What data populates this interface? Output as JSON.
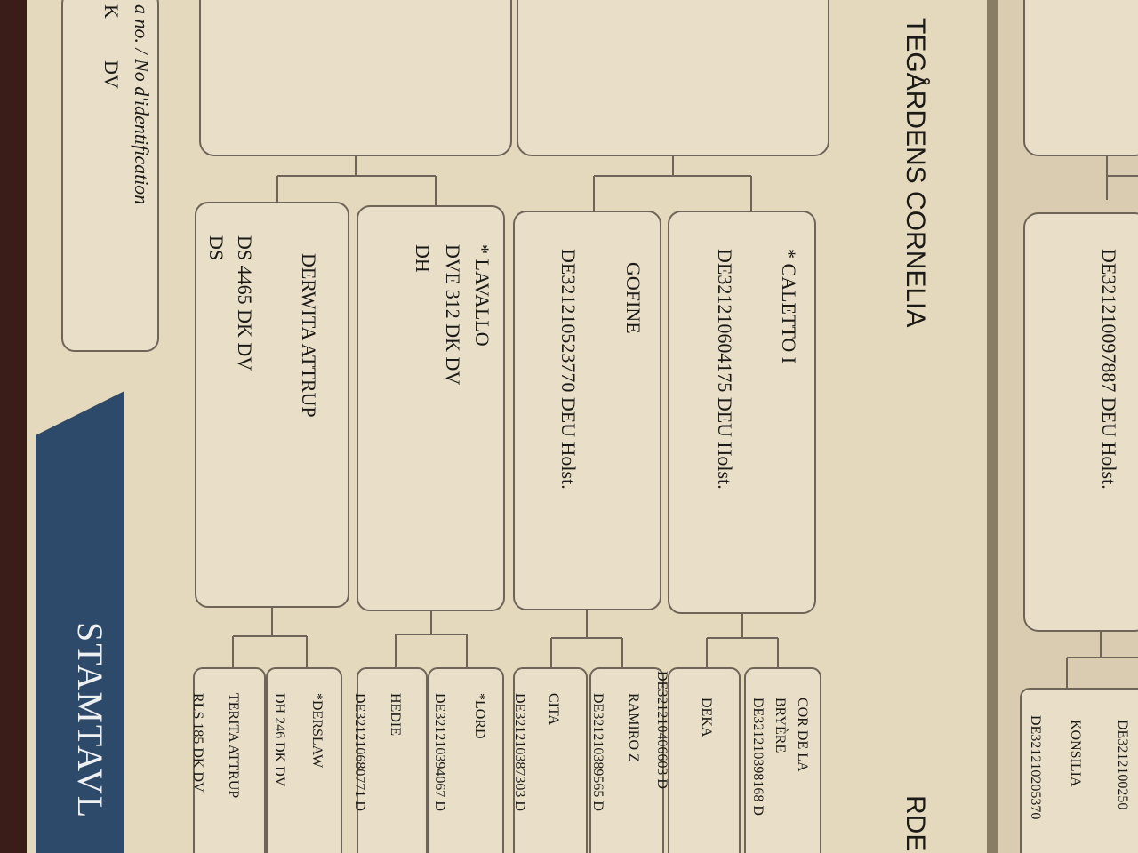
{
  "document": {
    "title": "TEGÅRDENS CORNELIA",
    "id_label": "a no. / No d'identification",
    "id_prefix": "K",
    "id_value": "DV",
    "banner": "STAMTAVL",
    "side_title": "RDE"
  },
  "parents": [
    {
      "line1": "* CALETTO I",
      "line2": "DE321210604175 DEU Holst."
    },
    {
      "line1": "GOFINE",
      "line2": "DE321210523770 DEU Holst."
    },
    {
      "line1": "* LAVALLO",
      "line2": "DVE 312 DK DV",
      "line3": "DH"
    },
    {
      "line1": "DERWITA ATTRUP",
      "line2": "DS 4465 DK DV",
      "line3": "DS"
    }
  ],
  "grandparents": [
    {
      "l1": "COR DE LA",
      "l2": "BRYÈRE",
      "l3": "DE321210398168 D"
    },
    {
      "l1": "DEKA",
      "l2": "DE321210406603 D"
    },
    {
      "l1": "RAMIRO Z",
      "l2": "DE321210389565 D"
    },
    {
      "l1": "CITA",
      "l2": "DE321210387303 D"
    },
    {
      "l1": "*LORD",
      "l2": "DE321210394067 D"
    },
    {
      "l1": "HEDIE",
      "l2": "DE321210680771 D"
    },
    {
      "l1": "*DERSLAW",
      "l2": "DH 246 DK DV"
    },
    {
      "l1": "TERITA ATTRUP",
      "l2": "RLS 185 DK DV"
    }
  ],
  "right_page": {
    "reg": "DE321210097887 DEU Holst.",
    "small1": "KONSILIA",
    "small2": "DE321210205370",
    "small3": "DE3212100250"
  }
}
